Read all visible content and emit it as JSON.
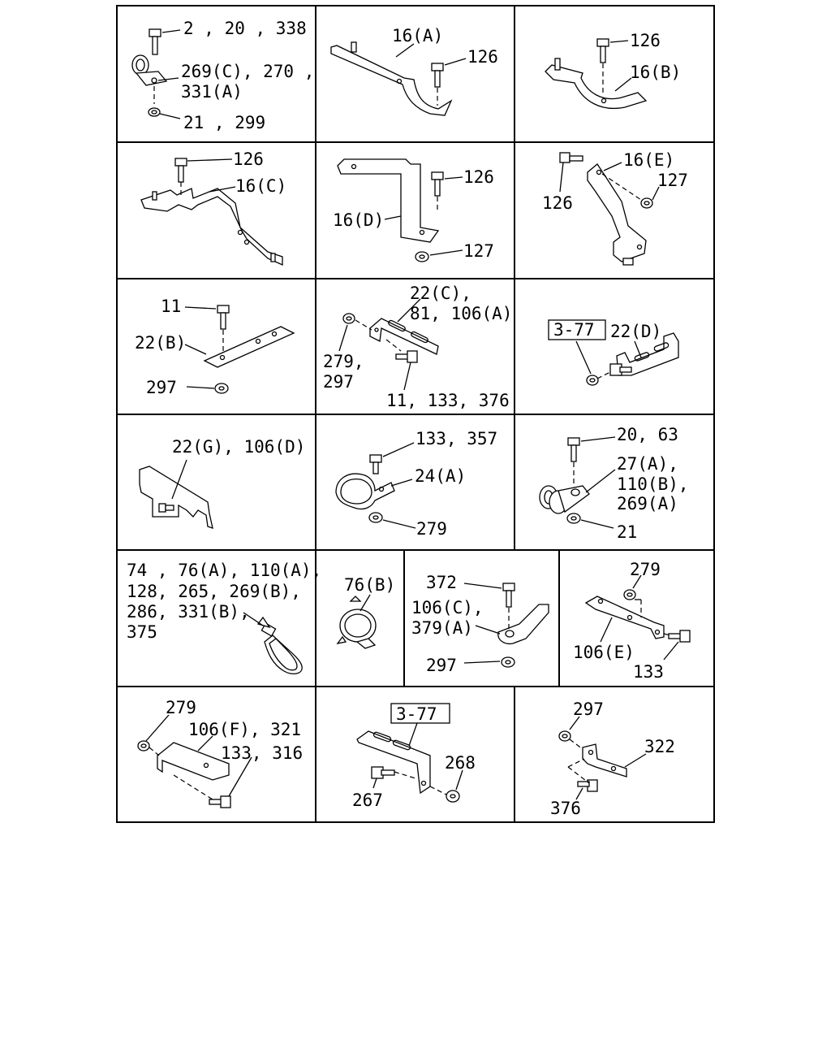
{
  "cells": {
    "c1": {
      "label1": "2 , 20 , 338",
      "label2": "269(C), 270 ,",
      "label3": "331(A)",
      "label4": "21 , 299"
    },
    "c2": {
      "label1": "16(A)",
      "label2": "126"
    },
    "c3": {
      "label1": "126",
      "label2": "16(B)"
    },
    "c4": {
      "label1": "126",
      "label2": "16(C)"
    },
    "c5": {
      "label1": "126",
      "label2": "16(D)",
      "label3": "127"
    },
    "c6": {
      "label1": "16(E)",
      "label2": "127",
      "label3": "126"
    },
    "c7": {
      "label1": "11",
      "label2": "22(B)",
      "label3": "297"
    },
    "c8": {
      "label1": "22(C),",
      "label2": "81, 106(A)",
      "label3": "279,",
      "label4": "297",
      "label5": "11, 133, 376"
    },
    "c9": {
      "ref": "3-77",
      "label1": "22(D)"
    },
    "c10": {
      "label1": "22(G), 106(D)"
    },
    "c11": {
      "label1": "133, 357",
      "label2": "24(A)",
      "label3": "279"
    },
    "c12": {
      "label1": "20, 63",
      "label2": "27(A),",
      "label3": "110(B),",
      "label4": "269(A)",
      "label5": "21"
    },
    "c13": {
      "label1": "74 , 76(A), 110(A),",
      "label2": "128, 265, 269(B),",
      "label3": "286, 331(B),",
      "label4": "375"
    },
    "c14": {
      "label1": "76(B)"
    },
    "c15": {
      "label1": "372",
      "label2": "106(C),",
      "label3": "379(A)",
      "label4": "297"
    },
    "c16": {
      "label1": "279",
      "label2": "106(E)",
      "label3": "133"
    },
    "c17": {
      "label1": "279",
      "label2": "106(F), 321",
      "label3": "133, 316"
    },
    "c18": {
      "ref": "3-77",
      "label1": "268",
      "label2": "267"
    },
    "c19": {
      "label1": "297",
      "label2": "322",
      "label3": "376"
    }
  }
}
